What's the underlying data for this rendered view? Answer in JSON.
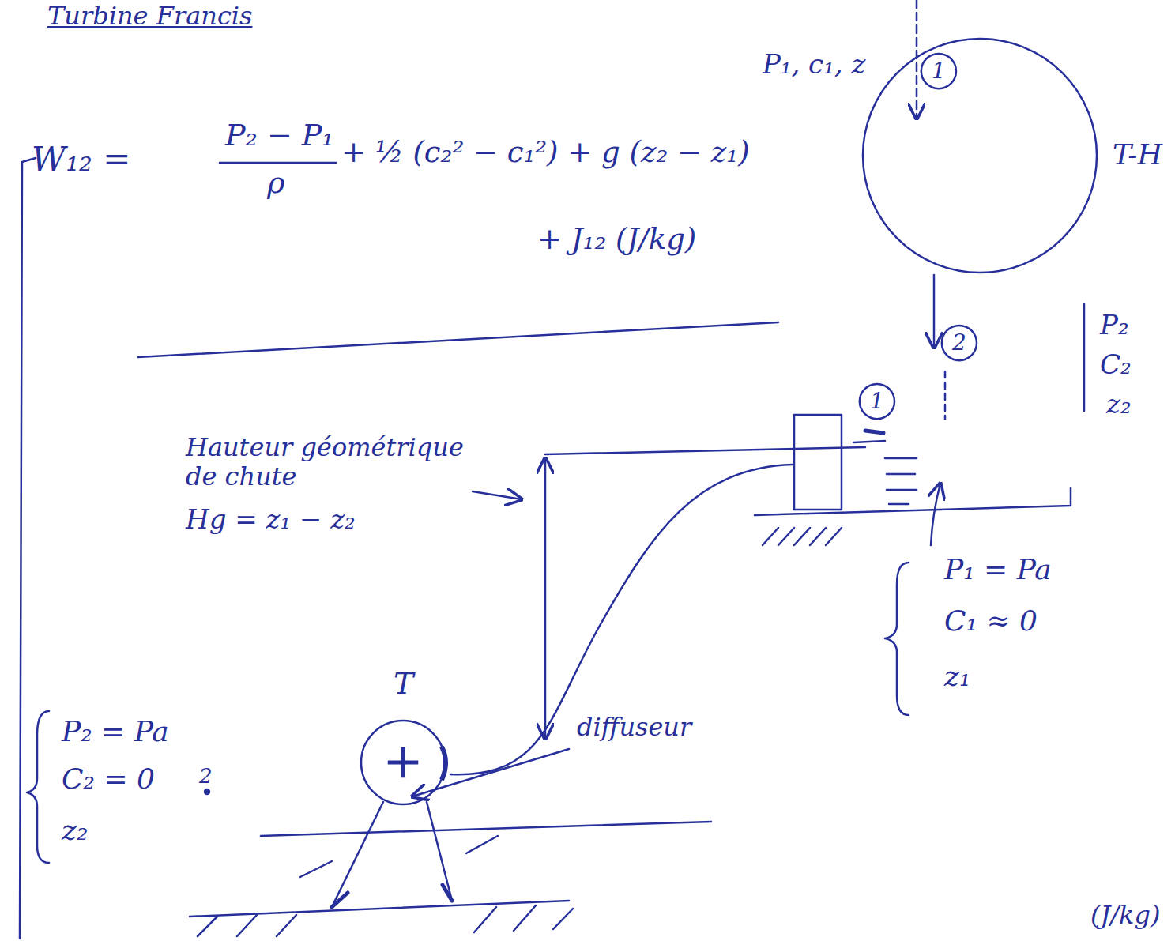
{
  "diagram": {
    "title": "Turbine Francis",
    "nodes": [
      {
        "text": [
          "T-H"
        ]
      },
      {
        "text": [
          "T"
        ]
      }
    ],
    "labels": [
      "P₁, c₁, z",
      "1",
      "W₁₂ =",
      "P₂ − P₁",
      "ρ",
      "+ ½ (c₂² − c₁²) + g (z₂ − z₁)",
      "+ J₁₂ (J/kg)",
      "2",
      "P₂",
      "C₂",
      "z₂",
      "1",
      "Hauteur géométrique de chute",
      "Hg = z₁ − z₂",
      "P₁ = Pa",
      "C₁ ≈ 0",
      "z₁",
      "P₂ = Pa",
      "C₂ = 0",
      "z₂",
      "2",
      "diffuseur",
      "(J/kg)"
    ]
  }
}
